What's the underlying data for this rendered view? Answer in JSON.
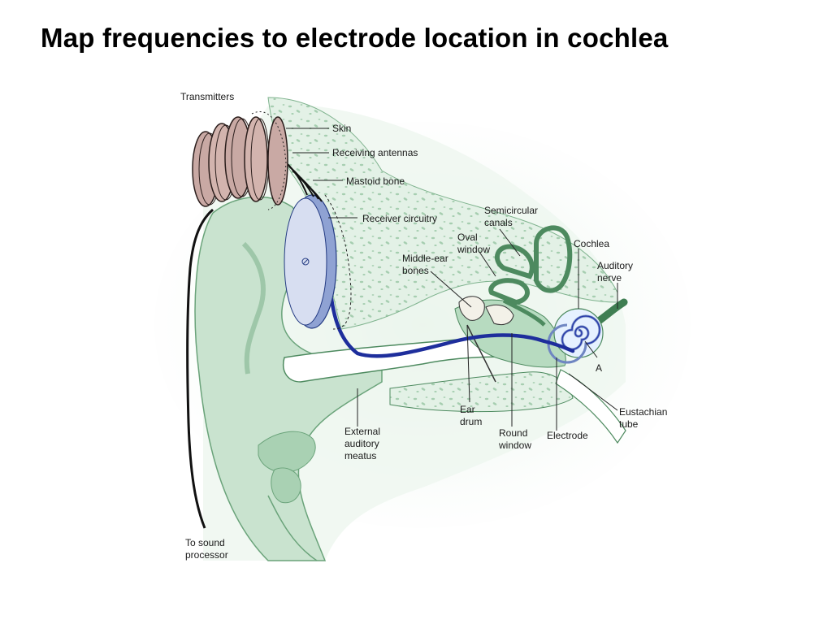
{
  "slide": {
    "title": "Map frequencies to electrode location in cochlea"
  },
  "diagram": {
    "labels": {
      "transmitters": "Transmitters",
      "skin": "Skin",
      "receiving_antennas": "Receiving antennas",
      "mastoid_bone": "Mastoid bone",
      "receiver_circuitry": "Receiver circuitry",
      "semicircular_canals": [
        "Semicircular",
        "canals"
      ],
      "oval_window": [
        "Oval",
        "window"
      ],
      "middle_ear_bones": [
        "Middle-ear",
        "bones"
      ],
      "cochlea": "Cochlea",
      "auditory_nerve": [
        "Auditory",
        "nerve"
      ],
      "point_a": "A",
      "eustachian_tube": [
        "Eustachian",
        "tube"
      ],
      "electrode": "Electrode",
      "round_window": [
        "Round",
        "window"
      ],
      "ear_drum": [
        "Ear",
        "drum"
      ],
      "external_auditory_meatus": [
        "External",
        "auditory",
        "meatus"
      ],
      "to_sound_processor": [
        "To sound",
        "processor"
      ]
    },
    "colors": {
      "tissue_green": "#c9e3cf",
      "tissue_green_dark": "#a9d1b3",
      "bone_green": "#dcefe0",
      "bone_speckle": "#9dc9a8",
      "cable_blue": "#2233a8",
      "cochlea_blue": "#6f86c2",
      "transmitter_brown": "#c9a9a4",
      "receiver_blue": "#b4c2e4",
      "cable_black": "#111111"
    }
  }
}
